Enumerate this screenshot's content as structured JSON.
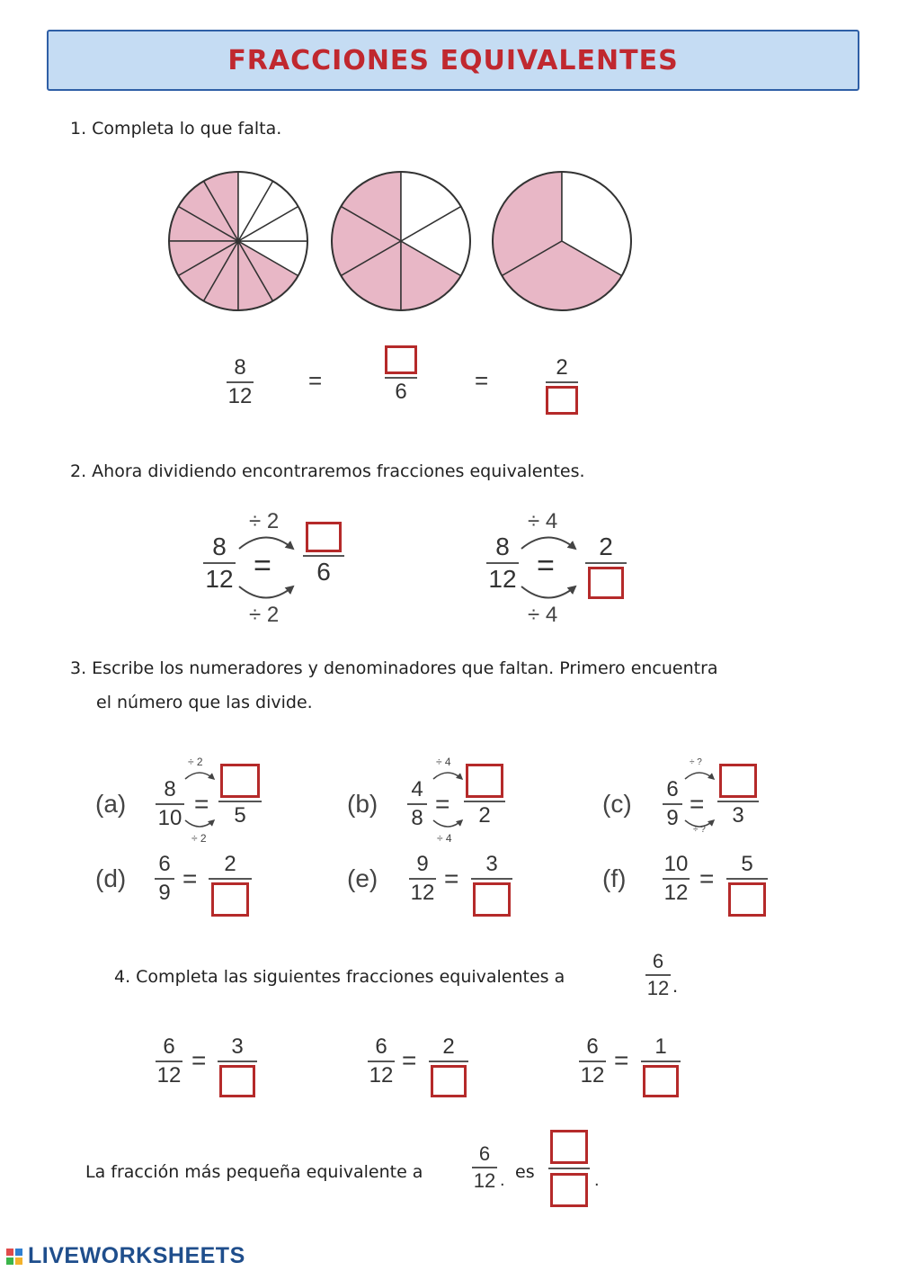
{
  "title": "FRACCIONES EQUIVALENTES",
  "questions": {
    "q1": "1.  Completa lo que falta.",
    "q2": "2.  Ahora dividiendo encontraremos fracciones equivalentes.",
    "q3_line1": "3.  Escribe los numeradores y denominadores que faltan. Primero encuentra",
    "q3_line2": "el número que las divide.",
    "q4": "4.  Completa las siguientes fracciones equivalentes a",
    "final": "La fracción más pequeña equivalente a",
    "final_es": "es"
  },
  "pies": [
    {
      "slices": 12,
      "shaded": 8
    },
    {
      "slices": 6,
      "shaded": 4
    },
    {
      "slices": 3,
      "shaded": 2
    }
  ],
  "colors": {
    "shade": "#e8b7c6",
    "box": "#b52a2a",
    "banner": "#c5dcf3",
    "title": "#c0282f"
  },
  "s1": {
    "f1_num": "8",
    "f1_den": "12",
    "f2_den": "6",
    "f3_num": "2",
    "eq": "="
  },
  "s2": {
    "left": {
      "num": "8",
      "den": "12",
      "top_op": "÷ 2",
      "bottom_op": "÷ 2",
      "r_den": "6"
    },
    "right": {
      "num": "8",
      "den": "12",
      "top_op": "÷ 4",
      "bottom_op": "÷ 4",
      "r_num": "2"
    }
  },
  "s3": {
    "a": {
      "label": "(a)",
      "num": "8",
      "den": "10",
      "top_op": "÷ 2",
      "bottom_op": "÷ 2",
      "r_den": "5"
    },
    "b": {
      "label": "(b)",
      "num": "4",
      "den": "8",
      "top_op": "÷ 4",
      "bottom_op": "÷ 4",
      "r_den": "2"
    },
    "c": {
      "label": "(c)",
      "num": "6",
      "den": "9",
      "top_op": "÷ ?",
      "bottom_op": "÷ ?",
      "r_den": "3"
    },
    "d": {
      "label": "(d)",
      "num": "6",
      "den": "9",
      "r_num": "2"
    },
    "e": {
      "label": "(e)",
      "num": "9",
      "den": "12",
      "r_num": "3"
    },
    "f": {
      "label": "(f)",
      "num": "10",
      "den": "12",
      "r_num": "5"
    }
  },
  "s4": {
    "ref": {
      "num": "6",
      "den": "12"
    },
    "items": [
      {
        "num": "6",
        "den": "12",
        "r_num": "3"
      },
      {
        "num": "6",
        "den": "12",
        "r_num": "2"
      },
      {
        "num": "6",
        "den": "12",
        "r_num": "1"
      }
    ]
  },
  "final_frac": {
    "num": "6",
    "den": "12"
  },
  "logo": "LIVEWORKSHEETS"
}
